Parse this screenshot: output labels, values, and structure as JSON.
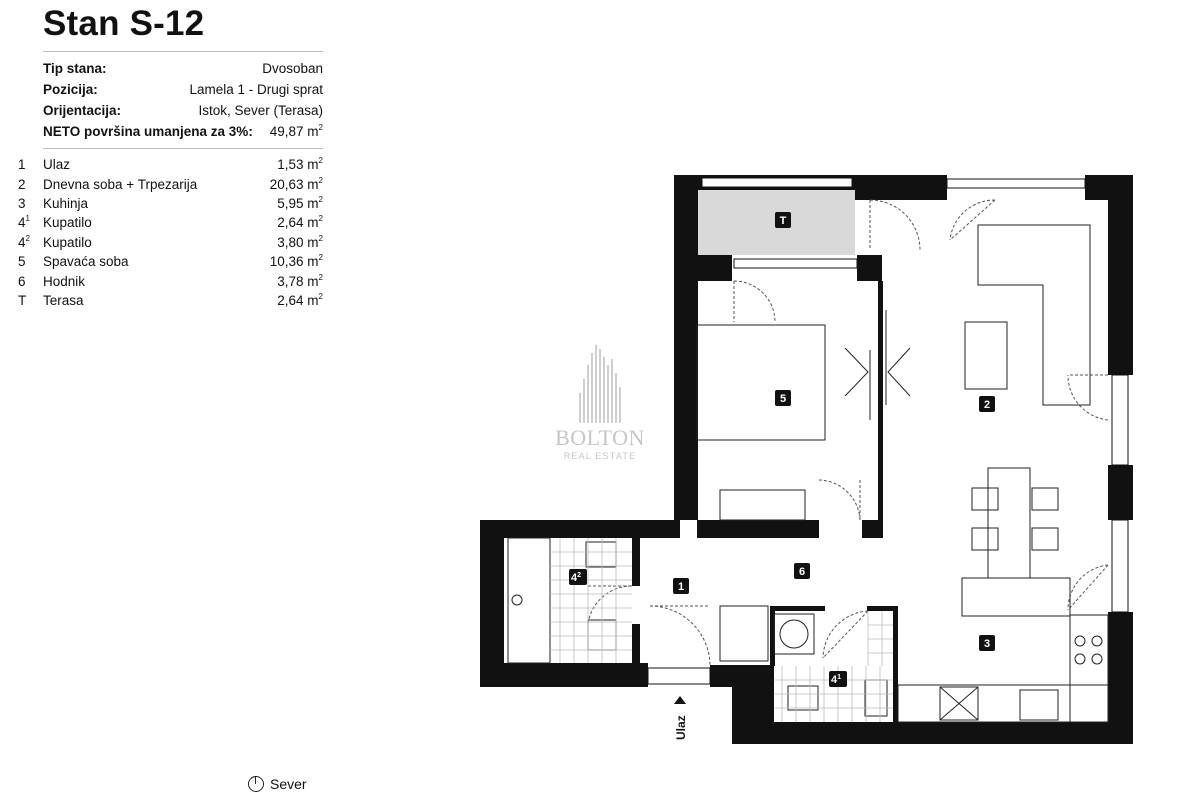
{
  "title": "Stan S-12",
  "info": [
    {
      "label": "Tip stana:",
      "value": "Dvosoban"
    },
    {
      "label": "Pozicija:",
      "value": "Lamela 1 - Drugi sprat"
    },
    {
      "label": "Orijentacija:",
      "value": "Istok, Sever (Terasa)"
    },
    {
      "label": "NETO površina umanjena za 3%:",
      "value": "49,87 m",
      "unit_sup": "2"
    }
  ],
  "rooms": [
    {
      "no": "1",
      "no_sup": "",
      "name": "Ulaz",
      "area": "1,53 m"
    },
    {
      "no": "2",
      "no_sup": "",
      "name": "Dnevna soba + Trpezarija",
      "area": "20,63 m"
    },
    {
      "no": "3",
      "no_sup": "",
      "name": "Kuhinja",
      "area": "5,95 m"
    },
    {
      "no": "4",
      "no_sup": "1",
      "name": "Kupatilo",
      "area": "2,64 m"
    },
    {
      "no": "4",
      "no_sup": "2",
      "name": "Kupatilo",
      "area": "3,80 m"
    },
    {
      "no": "5",
      "no_sup": "",
      "name": "Spavaća soba",
      "area": "10,36 m"
    },
    {
      "no": "6",
      "no_sup": "",
      "name": "Hodnik",
      "area": "3,78 m"
    },
    {
      "no": "T",
      "no_sup": "",
      "name": "Terasa",
      "area": "2,64 m"
    }
  ],
  "area_unit_sup": "2",
  "plan": {
    "labels": {
      "terrace": "T",
      "bedroom": "5",
      "living": "2",
      "entrance": "1",
      "hallway": "6",
      "bath2_no": "4",
      "bath2_sup": "2",
      "bath1_no": "4",
      "bath1_sup": "1",
      "kitchen": "3"
    },
    "entrance_text": "Ulaz",
    "wall_color": "#111111",
    "terrace_fill": "#d9d9d9"
  },
  "logo": {
    "name": "BOLTON",
    "sub": "REAL ESTATE"
  },
  "north_label": "Sever"
}
